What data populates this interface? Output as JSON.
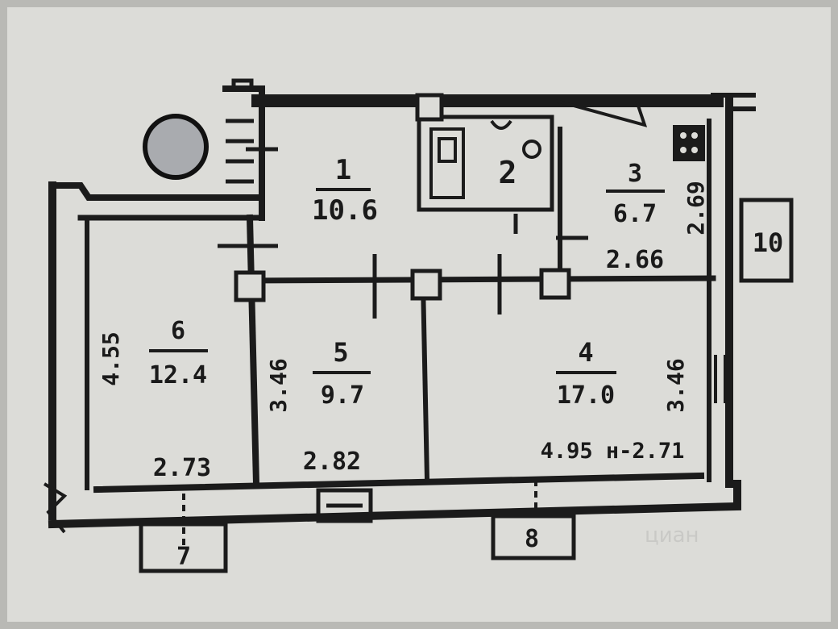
{
  "rooms": [
    {
      "number": "1",
      "area": "10.6"
    },
    {
      "number": "2"
    },
    {
      "number": "3",
      "area": "6.7"
    },
    {
      "number": "4",
      "area": "17.0"
    },
    {
      "number": "5",
      "area": "9.7"
    },
    {
      "number": "6",
      "area": "12.4"
    },
    {
      "number": "7"
    },
    {
      "number": "8"
    },
    {
      "number": "10"
    }
  ],
  "dimensions": {
    "room3_width": "2.66",
    "room3_height": "2.69",
    "room4_width": "4.95 н-2.71",
    "room4_height": "3.46",
    "room5_width": "2.82",
    "room5_height": "3.46",
    "room6_width": "2.73",
    "room6_height": "4.55"
  },
  "watermark": "циан"
}
